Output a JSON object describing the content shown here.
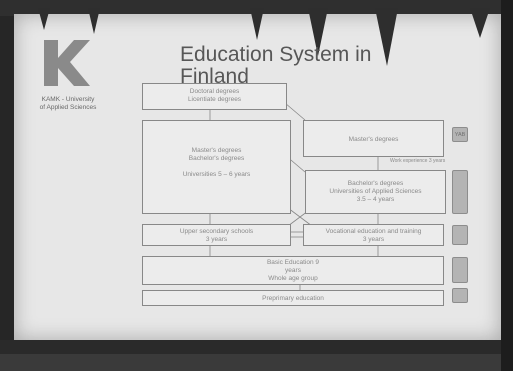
{
  "slide": {
    "title_lines": [
      "Education System in",
      "Finland"
    ],
    "logo_text_lines": [
      "KAMK - University",
      "of Applied Sciences"
    ],
    "boxes": {
      "doctoral": [
        "Doctoral degrees",
        "Licentiate degrees"
      ],
      "universities": [
        "Master's degrees",
        "Bachelor's degrees",
        "",
        "Universities 5 – 6 years"
      ],
      "masters_uas": [
        "Master's degrees"
      ],
      "uas": [
        "Bachelor's degrees",
        "Universities of Applied Sciences",
        "3.5 – 4 years"
      ],
      "upper_secondary": [
        "Upper secondary schools",
        "3 years"
      ],
      "vocational": [
        "Vocational education and training",
        "3 years"
      ],
      "basic": [
        "Basic Education 9",
        "years",
        "Whole age group"
      ],
      "preprimary": [
        "Preprimary education"
      ]
    },
    "work_experience_note": "Work experience 3 years",
    "side_tabs": [
      "YAB",
      "",
      "",
      "",
      "",
      ""
    ]
  }
}
